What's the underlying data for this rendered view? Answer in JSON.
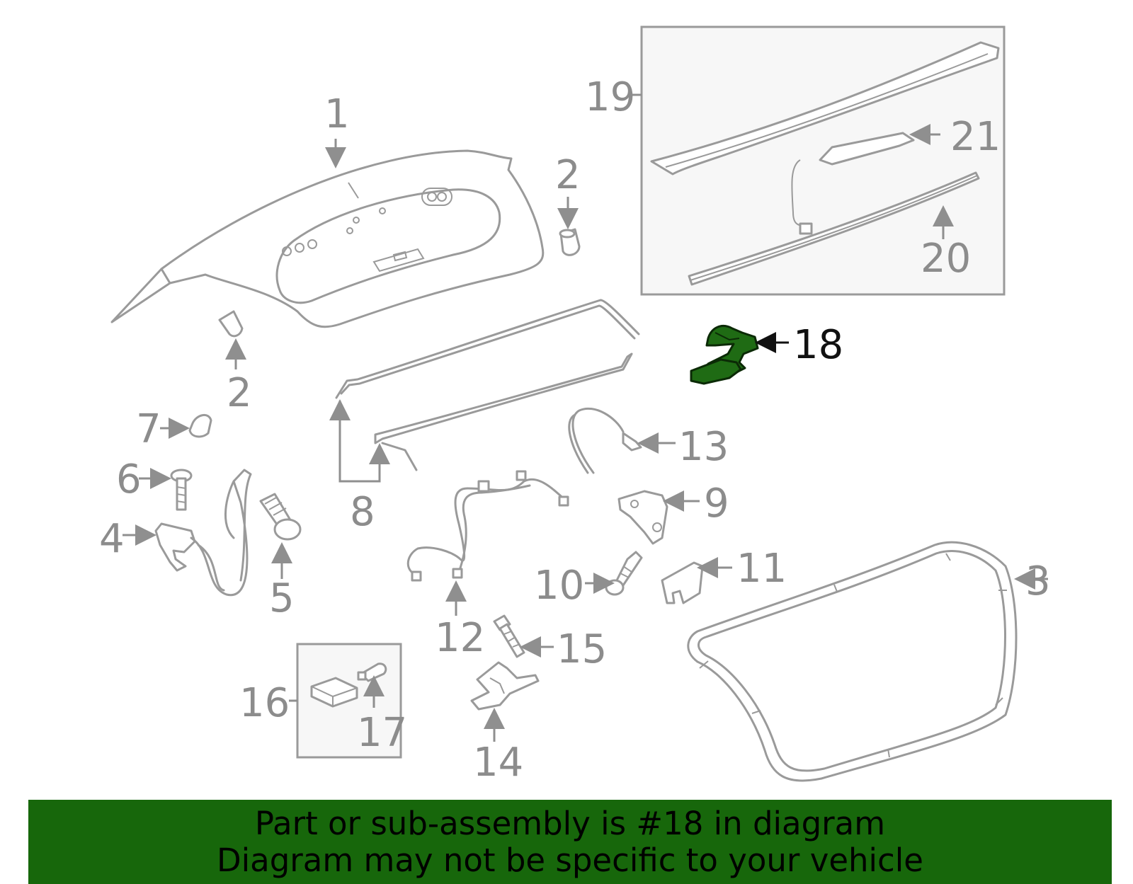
{
  "diagram": {
    "highlight_color": "#1f6b14",
    "outline_color": "#9a9a9a",
    "callouts": {
      "c1": "1",
      "c2a": "2",
      "c2b": "2",
      "c3": "3",
      "c4": "4",
      "c5": "5",
      "c6": "6",
      "c7": "7",
      "c8": "8",
      "c9": "9",
      "c10": "10",
      "c11": "11",
      "c12": "12",
      "c13": "13",
      "c14": "14",
      "c15": "15",
      "c16": "16",
      "c17": "17",
      "c18": "18",
      "c19": "19",
      "c20": "20",
      "c21": "21"
    },
    "highlighted_part": "18"
  },
  "banner": {
    "background": "#17670b",
    "line1": "Part or sub-assembly is #18 in diagram",
    "line2": "Diagram may not be specific to your vehicle"
  }
}
